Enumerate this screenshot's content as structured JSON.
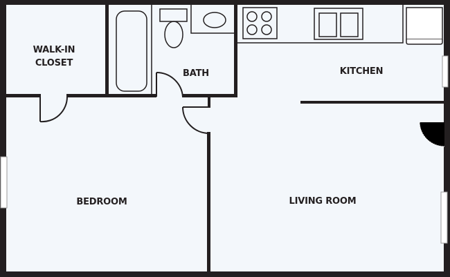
{
  "plan": {
    "colors": {
      "floor": "#f3f7fb",
      "wall": "#231f20",
      "window": "#ffffff"
    },
    "rooms": {
      "walk_in_closet": {
        "line1": "WALK-IN",
        "line2": "CLOSET"
      },
      "bath": {
        "label": "BATH"
      },
      "kitchen": {
        "label": "KITCHEN"
      },
      "bedroom": {
        "label": "BEDROOM"
      },
      "living_room": {
        "label": "LIVING ROOM"
      }
    },
    "fixtures": [
      "bathtub",
      "toilet",
      "bathroom-sink",
      "stove-4-burner",
      "double-kitchen-sink",
      "refrigerator"
    ]
  }
}
